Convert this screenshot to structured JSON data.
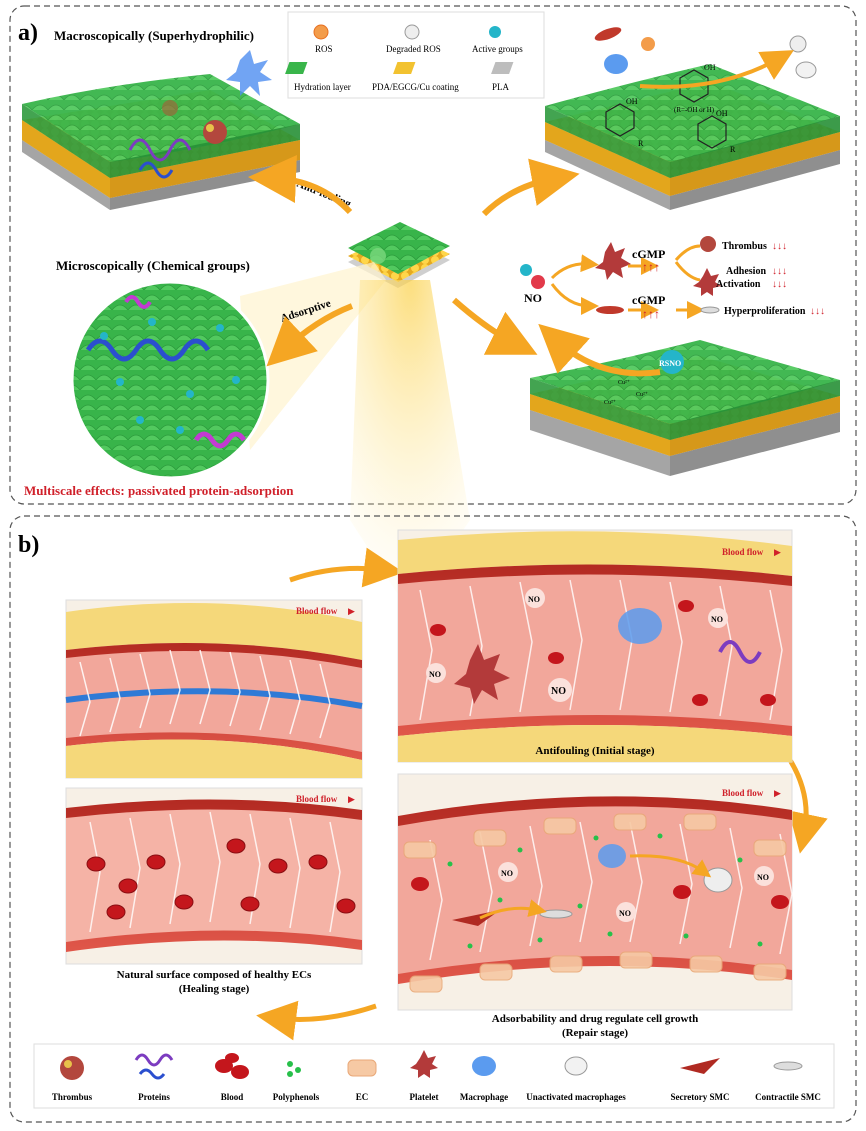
{
  "panel_a": {
    "label": "a)",
    "macro_title": "Macroscopically (Superhydrophilic)",
    "micro_title": "Microscopically (Chemical groups)",
    "multiscale": "Multiscale effects: passivated protein-adsorption",
    "anti_fouling": "Anti-fouling",
    "adsorptive": "Adsorptive",
    "legend": {
      "ros": "ROS",
      "degraded_ros": "Degraded ROS",
      "active_groups": "Active groups",
      "hydration": "Hydration layer",
      "coating": "PDA/EGCG/Cu coating",
      "pla": "PLA"
    },
    "chem_note": "(R=-OH or H)",
    "chem_r": "R",
    "chem_oh": "OH",
    "no": "NO",
    "cgmp": "cGMP",
    "thrombus": "Thrombus",
    "adhesion": "Adhesion",
    "activation": "Activation",
    "hyperproliferation": "Hyperproliferation",
    "rsno": "RSNO",
    "cu": "Cu²⁺"
  },
  "panel_b": {
    "label": "b)",
    "blood_flow": "Blood flow",
    "no_label": "NO",
    "antifouling_caption": "Antifouling (Initial stage)",
    "healing_caption_1": "Natural surface composed of healthy ECs",
    "healing_caption_2": "(Healing stage)",
    "repair_caption_1": "Adsorbability and drug regulate cell growth",
    "repair_caption_2": "(Repair stage)"
  },
  "legend_b": {
    "thrombus": "Thrombus",
    "proteins": "Proteins",
    "blood": "Blood",
    "polyphenols": "Polyphenols",
    "ec": "EC",
    "platelet": "Platelet",
    "macrophage": "Macrophage",
    "unactivated": "Unactivated macrophages",
    "secretory": "Secretory SMC",
    "contractile": "Contractile SMC"
  },
  "colors": {
    "hydration_green": "#39b54a",
    "coating_yellow": "#f2c230",
    "pla_grey": "#bdbdbd",
    "arrow_orange": "#f5a623",
    "vessel_red": "#c0392b",
    "lumen_pink": "#f2a79b",
    "caption_red": "#d0202a",
    "up_arrow_red": "#d0202a"
  }
}
